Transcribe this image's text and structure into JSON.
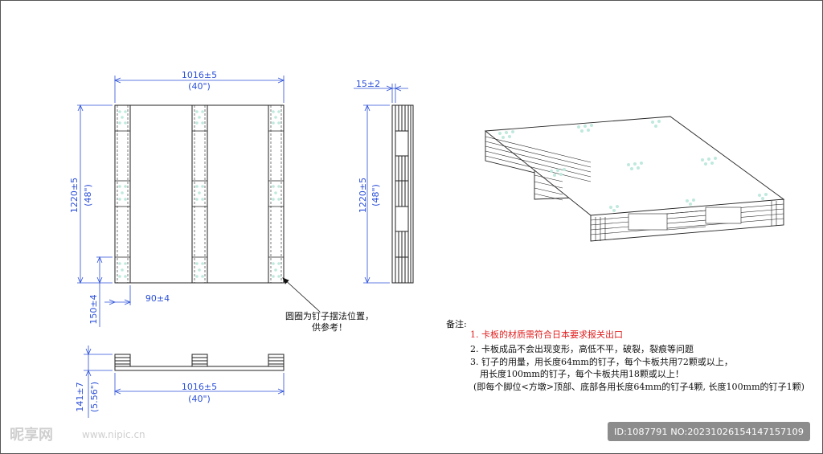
{
  "top_view": {
    "width_dim": "1016±5",
    "width_dim_in": "(40\")",
    "height_dim": "1220±5",
    "height_dim_in": "(48\")",
    "stringer_dim": "90±4",
    "block_dim": "150±4",
    "callout_line1": "圆圈为钉子摆法位置，",
    "callout_line2": "供参考！"
  },
  "side_view": {
    "thickness_dim": "15±2",
    "height_dim": "1220±5",
    "height_dim_in": "(48\")"
  },
  "front_view": {
    "height_dim": "141±7",
    "height_dim_in": "(5.56\")",
    "width_dim": "1016±5",
    "width_dim_in": "(40\")"
  },
  "notes": {
    "heading": "备注:",
    "item1": "1. 卡板的材质需符合日本要求报关出口",
    "item2": "2. 卡板成品不会出现变形，高低不平，破裂，裂痕等问题",
    "item3": "3. 钉子的用量，用长度64mm的钉子，每个卡板共用72颗或以上，",
    "item3b": "用长度100mm的钉子，每个卡板共用18颗或以上！",
    "item4": "(即每个脚位<方墩>顶部、底部各用长度64mm的钉子4颗, 长度100mm的钉子1颗)",
    "accent_color": "#e02020"
  },
  "watermark": {
    "logo": "昵享网",
    "url": "www.nipic.cn",
    "id_text": "ID:1087791 NO:20231026154147157109"
  }
}
